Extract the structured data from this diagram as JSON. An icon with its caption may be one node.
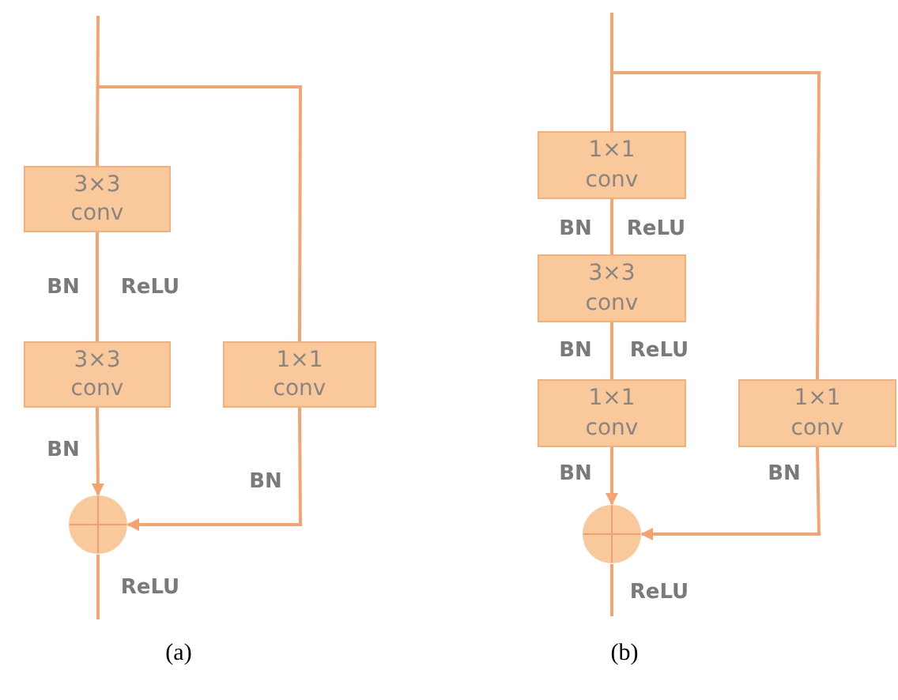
{
  "diagram": {
    "nodes": [
      {
        "text": [
          "3×3 conv"
        ]
      },
      {
        "text": [
          "3×3 conv"
        ]
      },
      {
        "text": [
          "1×1 conv"
        ]
      },
      {
        "text": [],
        "shape": "circle"
      },
      {
        "text": [
          "1×1 conv"
        ]
      },
      {
        "text": [
          "3×3 conv"
        ]
      },
      {
        "text": [
          "1×1 conv"
        ]
      },
      {
        "text": [
          "1×1 conv"
        ]
      },
      {
        "text": [],
        "shape": "circle"
      }
    ],
    "edges": [
      {
        "from": null,
        "to": 0,
        "arrow": "none"
      },
      {
        "from": null,
        "to": 2,
        "arrow": "none"
      },
      {
        "from": 0,
        "to": 1,
        "arrow": "none"
      },
      {
        "from": 1,
        "to": 3,
        "arrow": "to"
      },
      {
        "from": 2,
        "to": 3,
        "arrow": "to"
      },
      {
        "from": 3,
        "to": null,
        "arrow": "none"
      },
      {
        "from": null,
        "to": 4,
        "arrow": "none"
      },
      {
        "from": null,
        "to": 7,
        "arrow": "none"
      },
      {
        "from": 4,
        "to": 5,
        "arrow": "none"
      },
      {
        "from": 5,
        "to": 6,
        "arrow": "none"
      },
      {
        "from": 6,
        "to": 8,
        "arrow": "to"
      },
      {
        "from": 7,
        "to": 8,
        "arrow": "to"
      },
      {
        "from": 8,
        "to": null,
        "arrow": "none"
      }
    ],
    "labels": [
      "BN",
      "ReLU",
      "BN",
      "BN",
      "ReLU",
      "(a)",
      "BN",
      "ReLU",
      "BN",
      "ReLU",
      "BN",
      "BN",
      "ReLU",
      "(b)"
    ]
  }
}
